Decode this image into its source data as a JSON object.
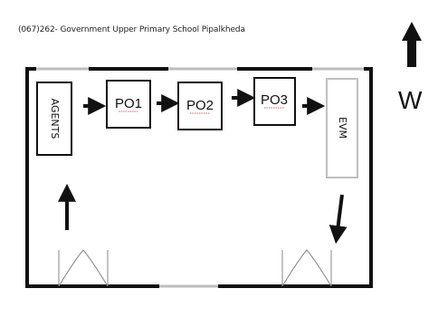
{
  "title": "(067)262- Government Upper Primary School Pipalkheda",
  "compass": {
    "label": "W",
    "arrow_direction": "up"
  },
  "boxes": {
    "agents": "AGENTS",
    "po1": "PO1",
    "po2": "PO2",
    "po3": "PO3",
    "evm": "EVM"
  },
  "colors": {
    "line": "#111111",
    "evm_border": "#bfbfbf",
    "window": "#bdbdbd"
  }
}
